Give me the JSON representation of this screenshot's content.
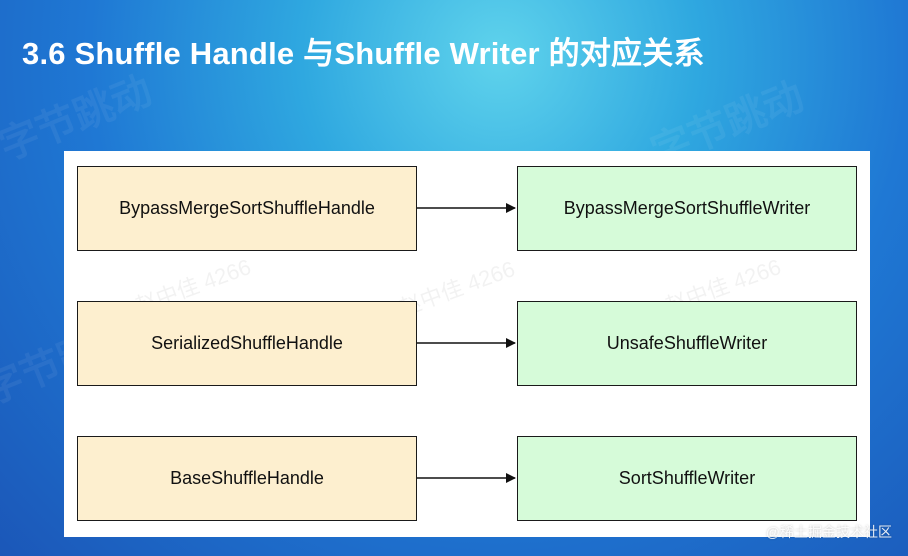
{
  "title": "3.6 Shuffle Handle 与Shuffle Writer 的对应关系",
  "diagram": {
    "handles": [
      "BypassMergeSortShuffleHandle",
      "SerializedShuffleHandle",
      "BaseShuffleHandle"
    ],
    "writers": [
      "BypassMergeSortShuffleWriter",
      "UnsafeShuffleWriter",
      "SortShuffleWriter"
    ]
  },
  "watermarks": {
    "panel_text": "赵中佳 4266",
    "background_text": "字节跳动"
  },
  "credit": "@稀土掘金技术社区",
  "colors": {
    "handle_fill": "#fdefcf",
    "writer_fill": "#d6fbd9",
    "border": "#1a1a1a",
    "title": "#ffffff"
  }
}
